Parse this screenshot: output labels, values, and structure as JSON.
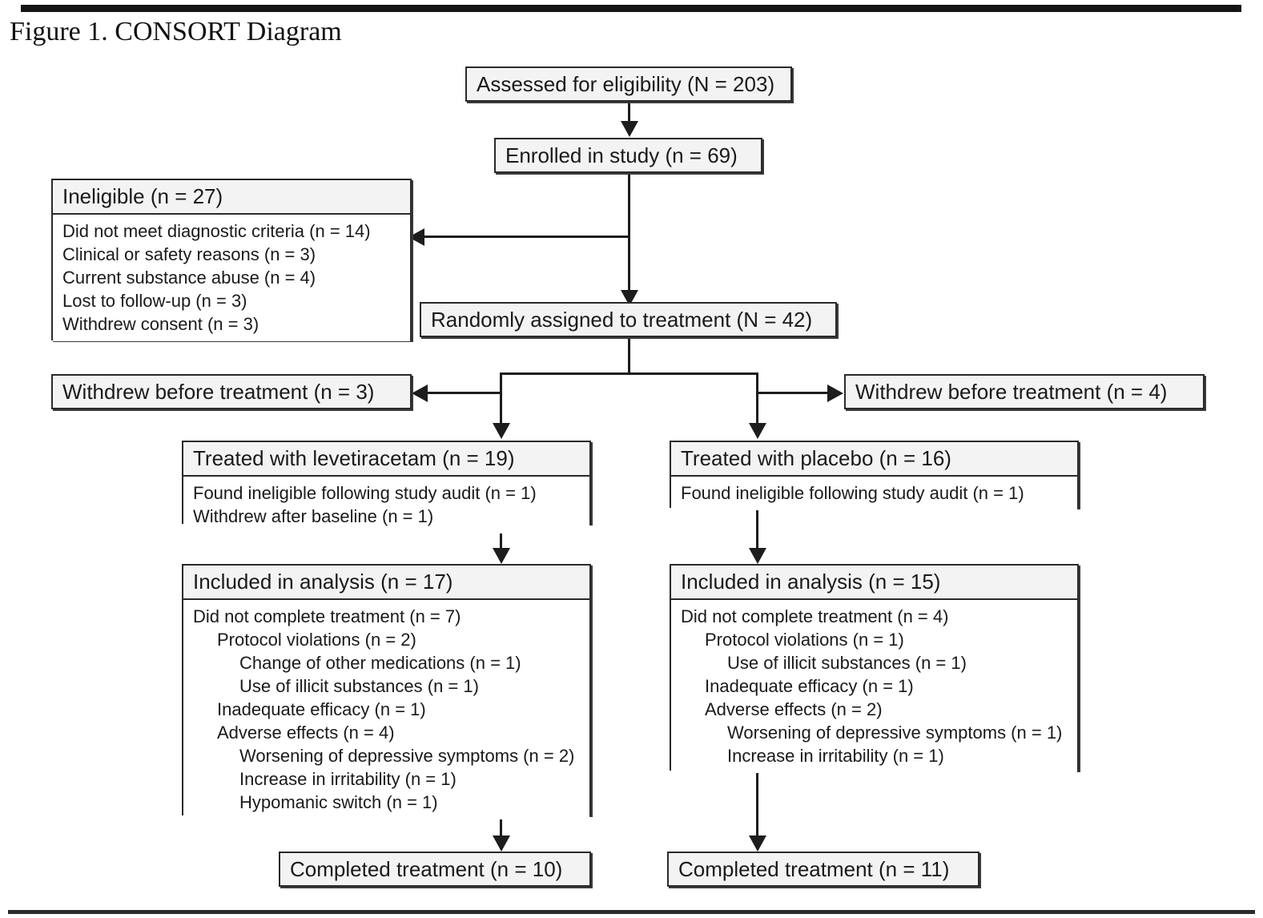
{
  "figure": {
    "title": "Figure 1. CONSORT Diagram"
  },
  "chart_data": {
    "type": "diagram",
    "title": "Figure 1. CONSORT Diagram",
    "diagram_kind": "CONSORT participant flow",
    "nodes": [
      {
        "id": "assessed",
        "label": "Assessed for eligibility (N = 203)",
        "n": 203
      },
      {
        "id": "enrolled",
        "label": "Enrolled in study (n = 69)",
        "n": 69
      },
      {
        "id": "ineligible",
        "label": "Ineligible (n = 27)",
        "n": 27
      },
      {
        "id": "randomized",
        "label": "Randomly assigned to treatment (N = 42)",
        "n": 42
      },
      {
        "id": "withdrew_left",
        "label": "Withdrew before treatment (n = 3)",
        "n": 3
      },
      {
        "id": "withdrew_right",
        "label": "Withdrew before treatment (n = 4)",
        "n": 4
      },
      {
        "id": "treated_lev",
        "label": "Treated with levetiracetam (n = 19)",
        "n": 19
      },
      {
        "id": "treated_pbo",
        "label": "Treated with placebo (n = 16)",
        "n": 16
      },
      {
        "id": "analysis_lev",
        "label": "Included in analysis (n = 17)",
        "n": 17
      },
      {
        "id": "analysis_pbo",
        "label": "Included in analysis (n = 15)",
        "n": 15
      },
      {
        "id": "completed_lev",
        "label": "Completed treatment (n = 10)",
        "n": 10
      },
      {
        "id": "completed_pbo",
        "label": "Completed treatment (n = 11)",
        "n": 11
      }
    ],
    "edges": [
      {
        "from": "assessed",
        "to": "enrolled"
      },
      {
        "from": "enrolled",
        "to": "ineligible"
      },
      {
        "from": "enrolled",
        "to": "randomized"
      },
      {
        "from": "randomized",
        "to": "withdrew_left"
      },
      {
        "from": "randomized",
        "to": "withdrew_right"
      },
      {
        "from": "randomized",
        "to": "treated_lev"
      },
      {
        "from": "randomized",
        "to": "treated_pbo"
      },
      {
        "from": "treated_lev",
        "to": "analysis_lev"
      },
      {
        "from": "treated_pbo",
        "to": "analysis_pbo"
      },
      {
        "from": "analysis_lev",
        "to": "completed_lev"
      },
      {
        "from": "analysis_pbo",
        "to": "completed_pbo"
      }
    ]
  },
  "assessed": {
    "label": "Assessed for eligibility (N = 203)"
  },
  "enrolled": {
    "label": "Enrolled in study (n = 69)"
  },
  "ineligible": {
    "header": "Ineligible (n = 27)",
    "items": [
      "Did not meet diagnostic criteria (n = 14)",
      "Clinical or safety reasons (n = 3)",
      "Current substance abuse (n = 4)",
      "Lost to follow-up (n = 3)",
      "Withdrew consent (n = 3)"
    ]
  },
  "randomized": {
    "label": "Randomly assigned to treatment (N = 42)"
  },
  "withdrew_left": {
    "label": "Withdrew before treatment (n = 3)"
  },
  "withdrew_right": {
    "label": "Withdrew before treatment (n = 4)"
  },
  "treated_lev": {
    "header": "Treated with levetiracetam (n = 19)",
    "items": [
      "Found ineligible following study audit (n = 1)",
      "Withdrew after baseline (n = 1)"
    ]
  },
  "treated_pbo": {
    "header": "Treated with placebo (n = 16)",
    "items": [
      "Found ineligible following study audit (n = 1)"
    ]
  },
  "analysis_lev": {
    "header": "Included in analysis (n = 17)",
    "items": [
      "Did not complete treatment (n = 7)",
      "Protocol violations (n = 2)",
      "Change of other medications (n = 1)",
      "Use of illicit substances (n = 1)",
      "Inadequate efficacy (n = 1)",
      "Adverse effects (n = 4)",
      "Worsening of depressive symptoms (n = 2)",
      "Increase in irritability (n = 1)",
      "Hypomanic switch (n = 1)"
    ]
  },
  "analysis_pbo": {
    "header": "Included in analysis (n = 15)",
    "items": [
      "Did not complete treatment (n = 4)",
      "Protocol violations (n = 1)",
      "Use of illicit substances (n = 1)",
      "Inadequate efficacy (n = 1)",
      "Adverse effects (n = 2)",
      "Worsening of depressive symptoms (n = 1)",
      "Increase in irritability (n = 1)"
    ]
  },
  "completed_lev": {
    "label": "Completed treatment (n = 10)"
  },
  "completed_pbo": {
    "label": "Completed treatment (n = 11)"
  }
}
